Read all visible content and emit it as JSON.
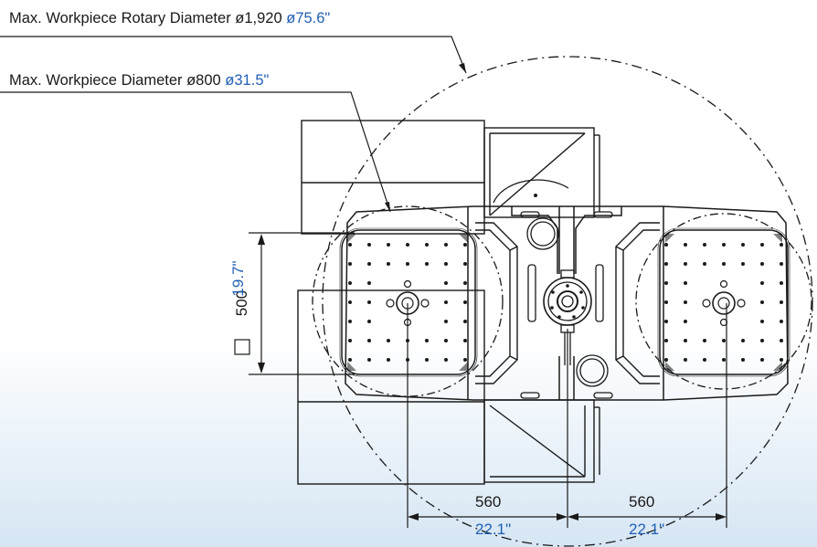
{
  "callouts": {
    "rotary": {
      "label": "Max. Workpiece Rotary Diameter ø1,920",
      "imperial": "ø75.6\""
    },
    "workpiece": {
      "label": "Max. Workpiece Diameter ø800",
      "imperial": "ø31.5\""
    }
  },
  "dimensions": {
    "pallet_square": {
      "metric": "500",
      "imperial": "19.7\""
    },
    "left_spacing": {
      "metric": "560",
      "imperial": "22.1\""
    },
    "right_spacing": {
      "metric": "560",
      "imperial": "22.1\""
    }
  },
  "colors": {
    "imperial_text": "#1f5fb4",
    "line": "#1a1a1a",
    "background_bottom": "#d6e6f4"
  }
}
